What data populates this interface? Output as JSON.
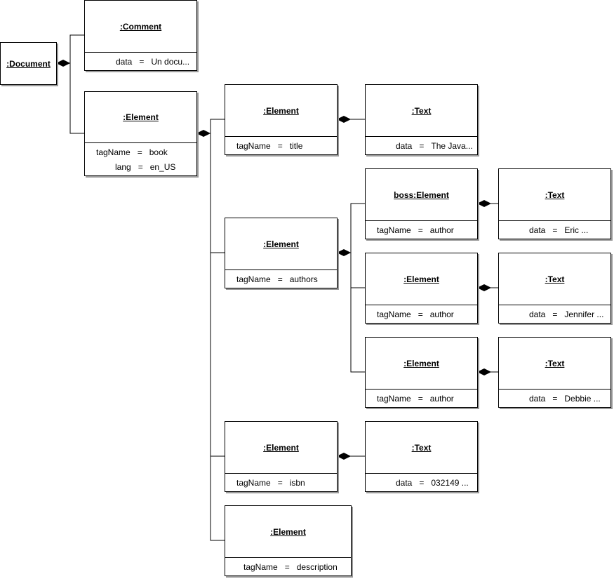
{
  "colors": {
    "line": "#000000",
    "shadow": "#9a9a9a",
    "background": "#ffffff"
  },
  "nodes": {
    "document": {
      "name": ":Document",
      "attrs": []
    },
    "comment": {
      "name": ":Comment",
      "attrs": [
        {
          "key": "data",
          "value": "Un docu..."
        }
      ]
    },
    "book": {
      "name": ":Element",
      "attrs": [
        {
          "key": "tagName",
          "value": "book"
        },
        {
          "key": "lang",
          "value": "en_US"
        }
      ]
    },
    "title": {
      "name": ":Element",
      "attrs": [
        {
          "key": "tagName",
          "value": "title"
        }
      ]
    },
    "title_text": {
      "name": ":Text",
      "attrs": [
        {
          "key": "data",
          "value": "The Java..."
        }
      ]
    },
    "authors": {
      "name": ":Element",
      "attrs": [
        {
          "key": "tagName",
          "value": "authors"
        }
      ]
    },
    "author1": {
      "name": "boss:Element",
      "attrs": [
        {
          "key": "tagName",
          "value": "author"
        }
      ]
    },
    "author1_text": {
      "name": ":Text",
      "attrs": [
        {
          "key": "data",
          "value": "Eric ..."
        }
      ]
    },
    "author2": {
      "name": ":Element",
      "attrs": [
        {
          "key": "tagName",
          "value": "author"
        }
      ]
    },
    "author2_text": {
      "name": ":Text",
      "attrs": [
        {
          "key": "data",
          "value": "Jennifer ..."
        }
      ]
    },
    "author3": {
      "name": ":Element",
      "attrs": [
        {
          "key": "tagName",
          "value": "author"
        }
      ]
    },
    "author3_text": {
      "name": ":Text",
      "attrs": [
        {
          "key": "data",
          "value": "Debbie ..."
        }
      ]
    },
    "isbn": {
      "name": ":Element",
      "attrs": [
        {
          "key": "tagName",
          "value": "isbn"
        }
      ]
    },
    "isbn_text": {
      "name": ":Text",
      "attrs": [
        {
          "key": "data",
          "value": "032149 ..."
        }
      ]
    },
    "description": {
      "name": ":Element",
      "attrs": [
        {
          "key": "tagName",
          "value": "description"
        }
      ]
    }
  },
  "edges": [
    {
      "from": "document",
      "to": "comment"
    },
    {
      "from": "document",
      "to": "book"
    },
    {
      "from": "book",
      "to": "title"
    },
    {
      "from": "book",
      "to": "authors"
    },
    {
      "from": "book",
      "to": "isbn"
    },
    {
      "from": "book",
      "to": "description"
    },
    {
      "from": "title",
      "to": "title_text"
    },
    {
      "from": "authors",
      "to": "author1"
    },
    {
      "from": "authors",
      "to": "author2"
    },
    {
      "from": "authors",
      "to": "author3"
    },
    {
      "from": "author1",
      "to": "author1_text"
    },
    {
      "from": "author2",
      "to": "author2_text"
    },
    {
      "from": "author3",
      "to": "author3_text"
    },
    {
      "from": "isbn",
      "to": "isbn_text"
    }
  ]
}
